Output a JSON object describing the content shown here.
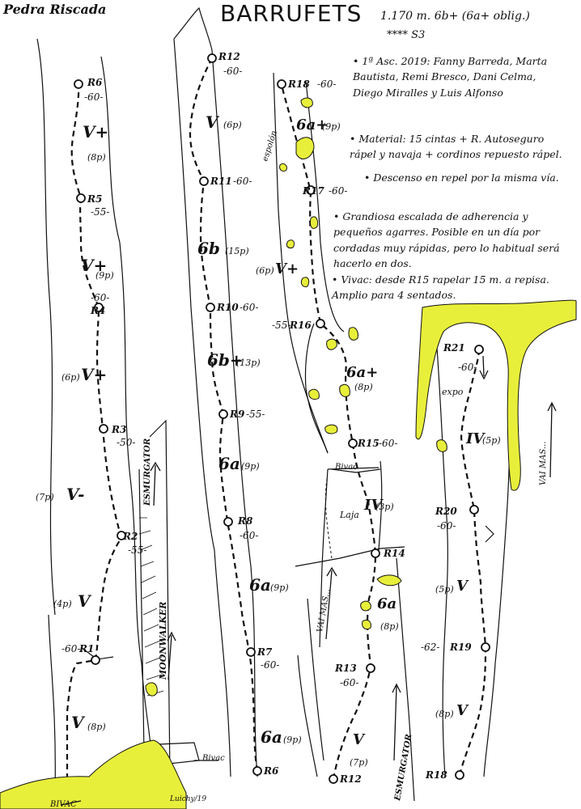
{
  "header": {
    "location": "Pedra Riscada",
    "route_name": "BARRUFETS",
    "stats": "1.170 m. 6b+ (6a+ oblig.)",
    "rating": "**** S3"
  },
  "notes": [
    "• 1ª Asc. 2019: Fanny Barreda, Marta Bautista, Remi Bresco, Dani Celma, Diego Miralles y Luis Alfonso",
    "• Material: 15 cintas + R. Autoseguro rápel y navaja + cordinos repuesto rápel.",
    "• Descenso en repel por la misma vía.",
    "• Grandiosa escalada de adherencia y pequeños agarres. Posible en un día por cordadas muy rápidas, pero lo habitual será hacerlo en dos.",
    "• Vivac: desde R15 rapelar 15 m. a repisa. Amplio para 4 sentados."
  ],
  "columns": [
    {
      "belays": [
        {
          "label": "R6",
          "len": "-60-"
        },
        {
          "label": "R5",
          "len": "-55-"
        },
        {
          "label": "R4",
          "len": "-60-"
        },
        {
          "label": "R3",
          "len": "-50-"
        },
        {
          "label": "R2",
          "len": "-55-"
        },
        {
          "label": "R1",
          "len": "-60-"
        }
      ],
      "pitches": [
        {
          "grade": "V+",
          "bolts": "(8p)"
        },
        {
          "grade": "V+",
          "bolts": "(9p)"
        },
        {
          "grade": "V+",
          "bolts": "(6p)"
        },
        {
          "grade": "V-",
          "bolts": "(7p)"
        },
        {
          "grade": "V",
          "bolts": "(4p)"
        },
        {
          "grade": "V",
          "bolts": "(8p)"
        }
      ],
      "bivac": "BIVAC"
    },
    {
      "belays": [
        {
          "label": "R12",
          "len": "-60-"
        },
        {
          "label": "R11",
          "len": "-60-"
        },
        {
          "label": "R10",
          "len": "-60-"
        },
        {
          "label": "R9",
          "len": "-55-"
        },
        {
          "label": "R8",
          "len": "-60-"
        },
        {
          "label": "R7",
          "len": "-60-"
        },
        {
          "label": "R6",
          "len": ""
        }
      ],
      "pitches": [
        {
          "grade": "V",
          "bolts": "(6p)"
        },
        {
          "grade": "6b",
          "bolts": "(15p)"
        },
        {
          "grade": "6b+",
          "bolts": "(13p)"
        },
        {
          "grade": "6a",
          "bolts": "(9p)"
        },
        {
          "grade": "6a",
          "bolts": "(9p)"
        },
        {
          "grade": "6a",
          "bolts": "(9p)"
        }
      ],
      "bivac": "Bivac",
      "routes": [
        "ESMURGATOR",
        "MOONWALKER"
      ]
    },
    {
      "belays": [
        {
          "label": "R18",
          "len": "-60-"
        },
        {
          "label": "R17",
          "len": "-60-"
        },
        {
          "label": "R16",
          "len": "-55-"
        },
        {
          "label": "R15",
          "len": "-60-"
        },
        {
          "label": "R14",
          "len": ""
        },
        {
          "label": "R13",
          "len": "-60-"
        },
        {
          "label": "R12",
          "len": ""
        }
      ],
      "pitches": [
        {
          "grade": "6a+",
          "bolts": "(9p)"
        },
        {
          "grade": "V+",
          "bolts": "(6p)"
        },
        {
          "grade": "6a+",
          "bolts": "(8p)"
        },
        {
          "grade": "IV",
          "bolts": "(3p)"
        },
        {
          "grade": "6a",
          "bolts": "(8p)"
        },
        {
          "grade": "V",
          "bolts": "(7p)"
        }
      ],
      "labels": [
        "espolón",
        "Bivac",
        "Laja",
        "VAI MAS...",
        "ESMURGATOR"
      ]
    },
    {
      "belays": [
        {
          "label": "R21",
          "len": "-60-"
        },
        {
          "label": "R20",
          "len": "-60-"
        },
        {
          "label": "R19",
          "len": "-62-"
        },
        {
          "label": "R18",
          "len": ""
        }
      ],
      "pitches": [
        {
          "grade": "IV",
          "bolts": "(5p)"
        },
        {
          "grade": "V",
          "bolts": "(5p)"
        },
        {
          "grade": "V",
          "bolts": "(8p)"
        }
      ],
      "labels": [
        "expo",
        "VAI MAS..."
      ]
    }
  ],
  "signature": "Luichy/19",
  "colors": {
    "ink": "#111111",
    "highlight": "#e8ef3a"
  }
}
